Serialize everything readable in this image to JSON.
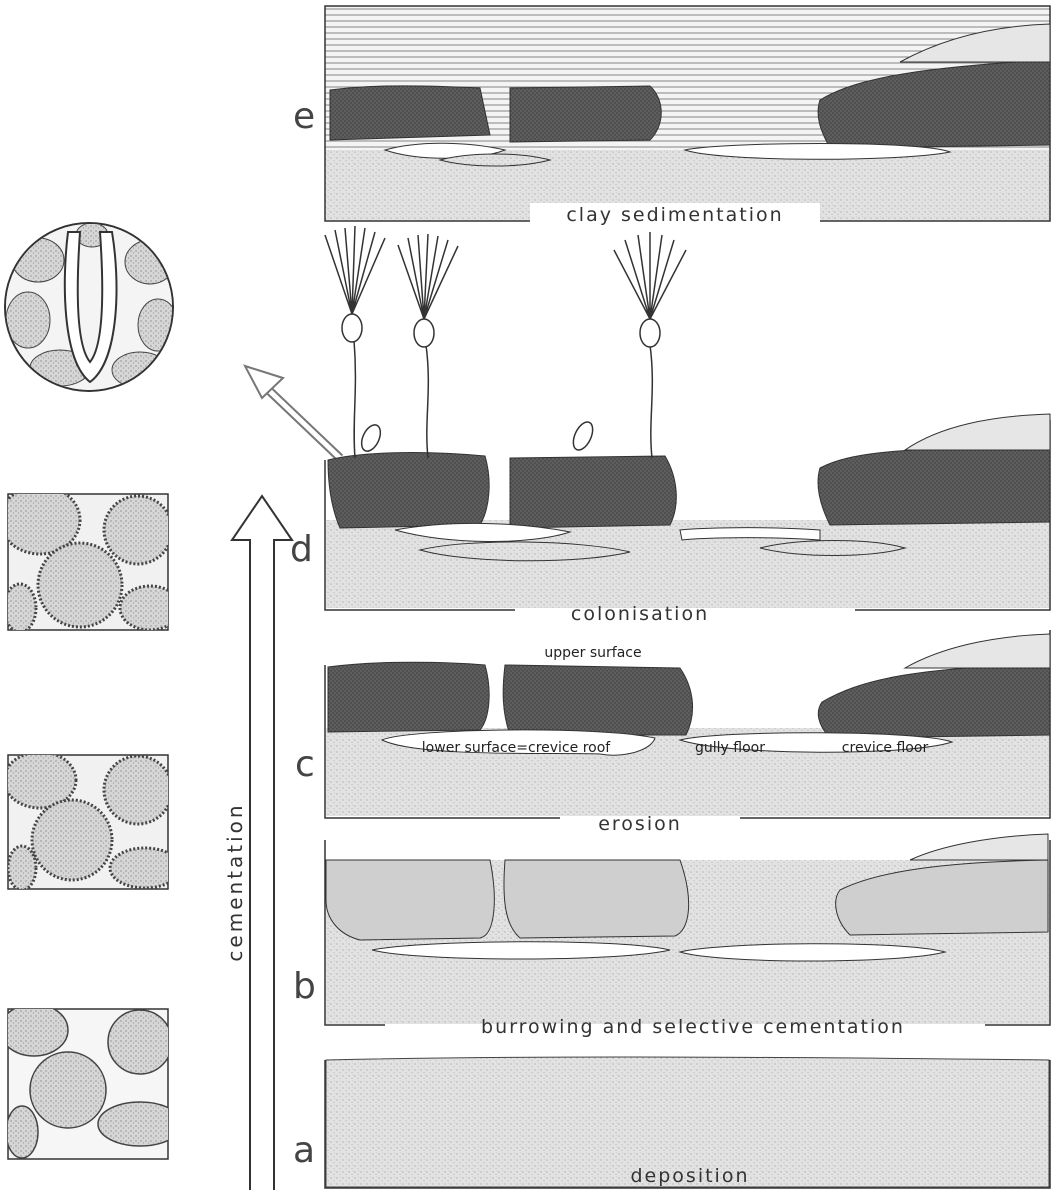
{
  "stages": [
    {
      "id": "e",
      "letter": "e",
      "caption": "clay sedimentation"
    },
    {
      "id": "d",
      "letter": "d",
      "caption": "colonisation"
    },
    {
      "id": "c",
      "letter": "c",
      "caption": "erosion"
    },
    {
      "id": "b",
      "letter": "b",
      "caption": "burrowing and selective cementation"
    },
    {
      "id": "a",
      "letter": "a",
      "caption": "deposition"
    }
  ],
  "annotations": {
    "upper_surface": "upper surface",
    "lower_surface": "lower surface=crevice roof",
    "gully_floor": "gully floor",
    "crevice_floor": "crevice floor"
  },
  "axis_label": "cementation",
  "colors": {
    "hardground": "#5a5a5a",
    "sediment": "#d9d9d9",
    "clay": "#888888",
    "line": "#333333"
  }
}
